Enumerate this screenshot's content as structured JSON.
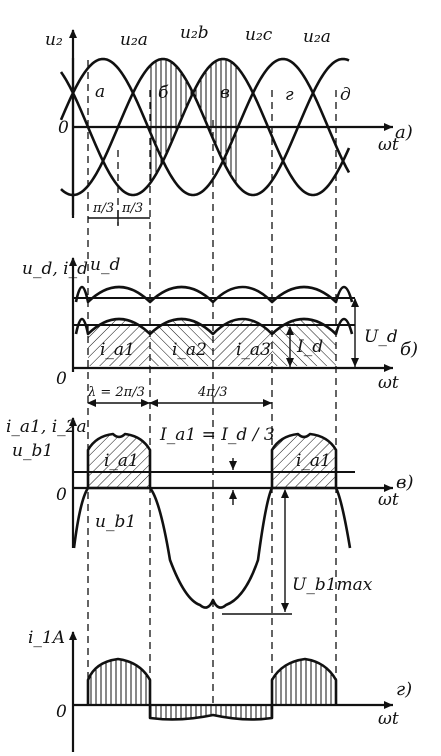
{
  "panel_a": {
    "y_label": "u₂",
    "curve_labels": [
      "u₂a",
      "u₂b",
      "u₂c",
      "u₂a"
    ],
    "point_labels": [
      "a",
      "б",
      "в",
      "г",
      "д"
    ],
    "origin": "0",
    "x_label": "ωt",
    "angle_labels": [
      "π/3",
      "π/3"
    ],
    "panel_label": "а)"
  },
  "panel_b": {
    "y_label": "u_d, i_d",
    "ud_label": "u_d",
    "segment_labels": [
      "i_a1",
      "i_a2",
      "i_a3"
    ],
    "id_label": "I_d",
    "Ud_label": "U_d",
    "origin": "0",
    "x_label": "ωt",
    "lambda_label": "λ = 2π/3",
    "gap_label": "4π/3",
    "panel_label": "б)"
  },
  "panel_c": {
    "y_label_1": "i_a1, i_2a",
    "y_label_2": "u_b1",
    "pulse_labels": [
      "i_a1",
      "i_a1"
    ],
    "formula": "I_a1 = I_d / 3",
    "origin": "0",
    "x_label": "ωt",
    "ub_label": "u_b1",
    "ubmax_label": "U_b1max",
    "panel_label": "в)"
  },
  "panel_d": {
    "y_label": "i_1A",
    "origin": "0",
    "x_label": "ωt",
    "panel_label": "г)"
  }
}
